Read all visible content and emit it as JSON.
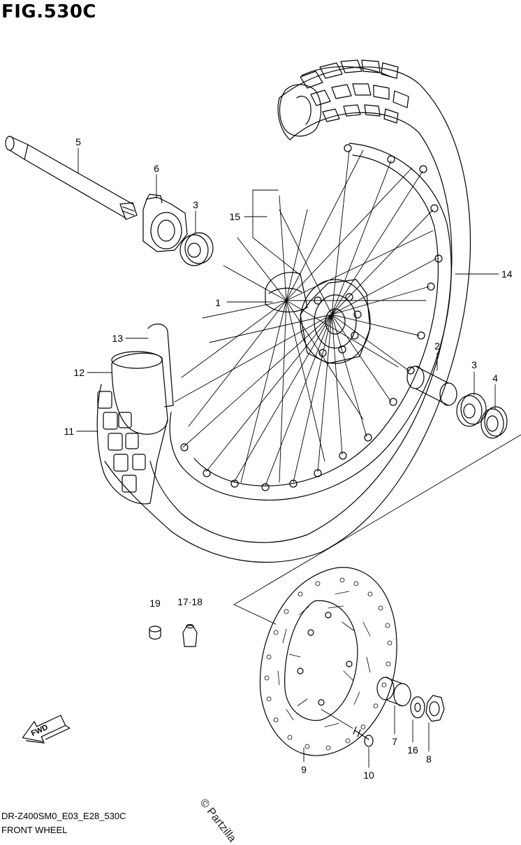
{
  "figure": {
    "title": "FIG.530C",
    "code": "DR-Z400SM0_E03_E28_530C",
    "name": "FRONT WHEEL",
    "watermark": "© Partzilla",
    "direction": "FWD"
  },
  "callouts": {
    "c1": "1",
    "c2": "2",
    "c3a": "3",
    "c3b": "3",
    "c4": "4",
    "c5": "5",
    "c6": "6",
    "c7": "7",
    "c8": "8",
    "c9": "9",
    "c10": "10",
    "c11": "11",
    "c12": "12",
    "c13": "13",
    "c14": "14",
    "c15": "15",
    "c16": "16",
    "c1718": "17·18",
    "c19": "19"
  }
}
